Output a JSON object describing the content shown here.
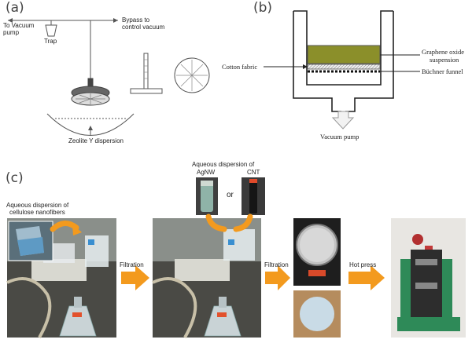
{
  "panel_a": {
    "tag": "(a)",
    "vacuum_label_line1": "To Vacuum",
    "vacuum_label_line2": "pump",
    "trap_label": "Trap",
    "bypass_line1": "Bypass to",
    "bypass_line2": "control vacuum",
    "dispersion_label": "Zeolite Y dispersion"
  },
  "panel_b": {
    "tag": "(b)",
    "go_line1": "Graphene oxide",
    "go_line2": "suspension",
    "cotton_label": "Cotton fabric",
    "funnel_label": "Büchner funnel",
    "pump_label": "Vacuum pump"
  },
  "panel_c": {
    "tag": "(c)",
    "cnf_line1": "Aqueous dispersion of",
    "cnf_line2": "cellulose nanofibers",
    "aq_line": "Aqueous dispersion of",
    "agnw": "AgNW",
    "or_word": "or",
    "cnt": "CNT",
    "step1": "Filtration",
    "step2": "Filtration",
    "step3": "Hot press"
  },
  "colors": {
    "arrow_orange": "#f39a1e",
    "go_green": "#8b8f2a",
    "line_gray": "#555555"
  }
}
